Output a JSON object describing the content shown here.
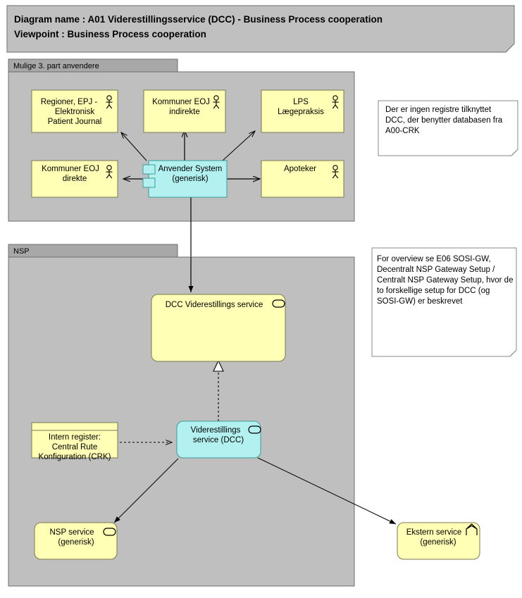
{
  "header": {
    "line1_label": "Diagram name :",
    "line1_value": "A01 Viderestillingsservice (DCC) - Business Process cooperation",
    "line1_full": "Diagram name : A01 Viderestillingsservice (DCC) - Business Process cooperation",
    "line2_label": "Viewpoint",
    "line2_value": ": Business Process cooperation",
    "line2_full": "Viewpoint          : Business Process cooperation"
  },
  "groups": [
    {
      "id": "group-third-party",
      "label": "Mulige 3. part anvendere"
    },
    {
      "id": "group-nsp",
      "label": "NSP"
    }
  ],
  "nodes": {
    "regioner_epj": {
      "line1": "Regioner, EPJ -",
      "line2": "Elektronisk",
      "line3": "Patient Journal",
      "icon": "actor-icon",
      "fill": "#FFFFB5"
    },
    "kommuner_indirekte": {
      "line1": "Kommuner EOJ",
      "line2": "indirekte",
      "icon": "actor-icon",
      "fill": "#FFFFB5"
    },
    "lps": {
      "line1": "LPS",
      "line2": "Lægepraksis",
      "icon": "actor-icon",
      "fill": "#FFFFB5"
    },
    "kommuner_direkte": {
      "line1": "Kommuner EOJ",
      "line2": "direkte",
      "icon": "actor-icon",
      "fill": "#FFFFB5"
    },
    "apoteker": {
      "line1": "Apoteker",
      "icon": "actor-icon",
      "fill": "#FFFFB5"
    },
    "anvender_system": {
      "line1": "Anvender System",
      "line2": "(generisk)",
      "icon": "component-icon",
      "fill": "#B3F0F0"
    },
    "dcc_viderestillings_service": {
      "line1": "DCC Viderestillings service",
      "icon": "service-icon",
      "fill": "#FFFFB5"
    },
    "viderestillings_service_dcc": {
      "line1": "Viderestillings",
      "line2": "service (DCC)",
      "icon": "service-icon",
      "fill": "#B3F0F0"
    },
    "intern_register": {
      "line1": "Intern register:",
      "line2": "Central Rute",
      "line3": "Konfiguration (CRK)",
      "icon": "object-icon",
      "fill": "#FFFFB5"
    },
    "nsp_service": {
      "line1": "NSP service",
      "line2": "(generisk)",
      "icon": "service-icon",
      "fill": "#FFFFB5"
    },
    "ekstern_service": {
      "line1": "Ekstern service",
      "line2": "(generisk)",
      "icon": "interaction-icon",
      "fill": "#FFFFB5"
    }
  },
  "notes": {
    "note_top": {
      "lines": [
        "Der er ingen registre tilknyttet",
        "DCC, der benytter databasen fra",
        "A00-CRK"
      ]
    },
    "note_bottom": {
      "lines": [
        "For overview se E06 SOSI-GW,",
        "Decentralt NSP Gateway Setup /",
        "Centralt NSP Gateway Setup, hvor de",
        "to forskellige setup for DCC (og",
        "SOSI-GW) er beskrevet"
      ]
    }
  },
  "colors": {
    "title_bar_fill": "#C0C0C0",
    "group_header_fill": "#A8A8A8",
    "group_body_fill": "#BFBFBF",
    "yellow_node": "#FFFFB5",
    "cyan_node": "#B3F0F0",
    "note_fill": "#FFFFFF",
    "line": "#000000"
  }
}
